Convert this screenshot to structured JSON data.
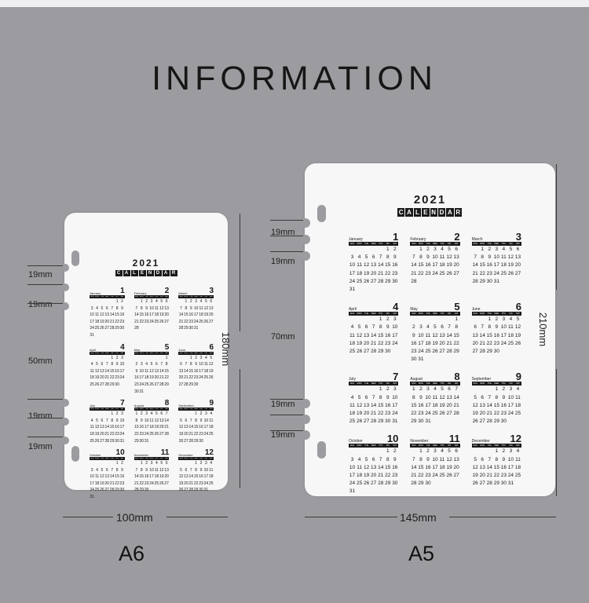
{
  "title": "INFORMATION",
  "calendar": {
    "year": "2021",
    "word": [
      "C",
      "A",
      "L",
      "E",
      "N",
      "D",
      "A",
      "R"
    ],
    "weekdays": [
      "SUN",
      "MON",
      "TUE",
      "WED",
      "THU",
      "FRI",
      "SAT"
    ],
    "months": [
      {
        "name": "January",
        "num": "1",
        "days": [
          "",
          "",
          "",
          "",
          "",
          "1",
          "2",
          "3",
          "4",
          "5",
          "6",
          "7",
          "8",
          "9",
          "10",
          "11",
          "12",
          "13",
          "14",
          "15",
          "16",
          "17",
          "18",
          "19",
          "20",
          "21",
          "22",
          "23",
          "24",
          "25",
          "26",
          "27",
          "28",
          "29",
          "30",
          "31"
        ]
      },
      {
        "name": "February",
        "num": "2",
        "days": [
          "",
          "1",
          "2",
          "3",
          "4",
          "5",
          "6",
          "7",
          "8",
          "9",
          "10",
          "11",
          "12",
          "13",
          "14",
          "15",
          "16",
          "17",
          "18",
          "19",
          "20",
          "21",
          "22",
          "23",
          "24",
          "25",
          "26",
          "27",
          "28"
        ]
      },
      {
        "name": "March",
        "num": "3",
        "days": [
          "",
          "1",
          "2",
          "3",
          "4",
          "5",
          "6",
          "7",
          "8",
          "9",
          "10",
          "11",
          "12",
          "13",
          "14",
          "15",
          "16",
          "17",
          "18",
          "19",
          "20",
          "21",
          "22",
          "23",
          "24",
          "25",
          "26",
          "27",
          "28",
          "29",
          "30",
          "31"
        ]
      },
      {
        "name": "April",
        "num": "4",
        "days": [
          "",
          "",
          "",
          "",
          "1",
          "2",
          "3",
          "4",
          "5",
          "6",
          "7",
          "8",
          "9",
          "10",
          "11",
          "12",
          "13",
          "14",
          "15",
          "16",
          "17",
          "18",
          "19",
          "20",
          "21",
          "22",
          "23",
          "24",
          "25",
          "26",
          "27",
          "28",
          "29",
          "30"
        ]
      },
      {
        "name": "May",
        "num": "5",
        "days": [
          "",
          "",
          "",
          "",
          "",
          "",
          "1",
          "2",
          "3",
          "4",
          "5",
          "6",
          "7",
          "8",
          "9",
          "10",
          "11",
          "12",
          "13",
          "14",
          "15",
          "16",
          "17",
          "18",
          "19",
          "20",
          "21",
          "22",
          "23",
          "24",
          "25",
          "26",
          "27",
          "28",
          "29",
          "30",
          "31"
        ]
      },
      {
        "name": "June",
        "num": "6",
        "days": [
          "",
          "",
          "1",
          "2",
          "3",
          "4",
          "5",
          "6",
          "7",
          "8",
          "9",
          "10",
          "11",
          "12",
          "13",
          "14",
          "15",
          "16",
          "17",
          "18",
          "19",
          "20",
          "21",
          "22",
          "23",
          "24",
          "25",
          "26",
          "27",
          "28",
          "29",
          "30"
        ]
      },
      {
        "name": "July",
        "num": "7",
        "days": [
          "",
          "",
          "",
          "",
          "1",
          "2",
          "3",
          "4",
          "5",
          "6",
          "7",
          "8",
          "9",
          "10",
          "11",
          "12",
          "13",
          "14",
          "15",
          "16",
          "17",
          "18",
          "19",
          "20",
          "21",
          "22",
          "23",
          "24",
          "25",
          "26",
          "27",
          "28",
          "29",
          "30",
          "31"
        ]
      },
      {
        "name": "August",
        "num": "8",
        "days": [
          "1",
          "2",
          "3",
          "4",
          "5",
          "6",
          "7",
          "8",
          "9",
          "10",
          "11",
          "12",
          "13",
          "14",
          "15",
          "16",
          "17",
          "18",
          "19",
          "20",
          "21",
          "22",
          "23",
          "24",
          "25",
          "26",
          "27",
          "28",
          "29",
          "30",
          "31"
        ]
      },
      {
        "name": "September",
        "num": "9",
        "days": [
          "",
          "",
          "",
          "1",
          "2",
          "3",
          "4",
          "5",
          "6",
          "7",
          "8",
          "9",
          "10",
          "11",
          "12",
          "13",
          "14",
          "15",
          "16",
          "17",
          "18",
          "19",
          "20",
          "21",
          "22",
          "23",
          "24",
          "25",
          "26",
          "27",
          "28",
          "29",
          "30"
        ]
      },
      {
        "name": "October",
        "num": "10",
        "days": [
          "",
          "",
          "",
          "",
          "",
          "1",
          "2",
          "3",
          "4",
          "5",
          "6",
          "7",
          "8",
          "9",
          "10",
          "11",
          "12",
          "13",
          "14",
          "15",
          "16",
          "17",
          "18",
          "19",
          "20",
          "21",
          "22",
          "23",
          "24",
          "25",
          "26",
          "27",
          "28",
          "29",
          "30",
          "31"
        ]
      },
      {
        "name": "November",
        "num": "11",
        "days": [
          "",
          "1",
          "2",
          "3",
          "4",
          "5",
          "6",
          "7",
          "8",
          "9",
          "10",
          "11",
          "12",
          "13",
          "14",
          "15",
          "16",
          "17",
          "18",
          "19",
          "20",
          "21",
          "22",
          "23",
          "24",
          "25",
          "26",
          "27",
          "28",
          "29",
          "30"
        ]
      },
      {
        "name": "December",
        "num": "12",
        "days": [
          "",
          "",
          "",
          "1",
          "2",
          "3",
          "4",
          "5",
          "6",
          "7",
          "8",
          "9",
          "10",
          "11",
          "12",
          "13",
          "14",
          "15",
          "16",
          "17",
          "18",
          "19",
          "20",
          "21",
          "22",
          "23",
          "24",
          "25",
          "26",
          "27",
          "28",
          "29",
          "30",
          "31"
        ]
      }
    ]
  },
  "a6": {
    "label": "A6",
    "width": "100mm",
    "height": "180mm",
    "spacings": [
      "19mm",
      "19mm",
      "50mm",
      "19mm",
      "19mm"
    ]
  },
  "a5": {
    "label": "A5",
    "width": "145mm",
    "height": "210mm",
    "spacings": [
      "19mm",
      "19mm",
      "70mm",
      "19mm",
      "19mm"
    ]
  },
  "colors": {
    "background": "#9c9b9f",
    "card": "#f7f7f8",
    "ink": "#1a1a1a"
  }
}
